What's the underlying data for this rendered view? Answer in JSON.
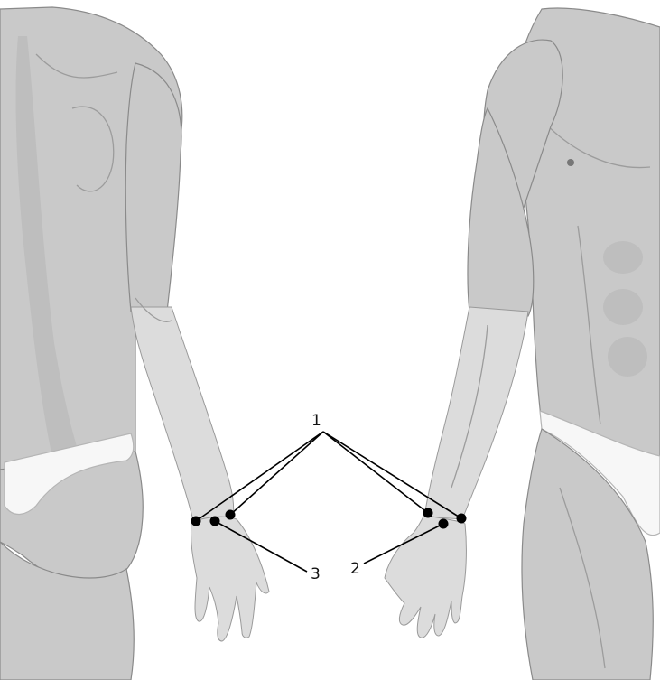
{
  "labels": [
    {
      "id": "1",
      "text": "1"
    },
    {
      "id": "2",
      "text": "2"
    },
    {
      "id": "3",
      "text": "3"
    }
  ],
  "colors": {
    "skin": "#c9c9c9",
    "outline": "#8a8a8a",
    "brief": "#f7f7f7",
    "marker": "#000000"
  }
}
